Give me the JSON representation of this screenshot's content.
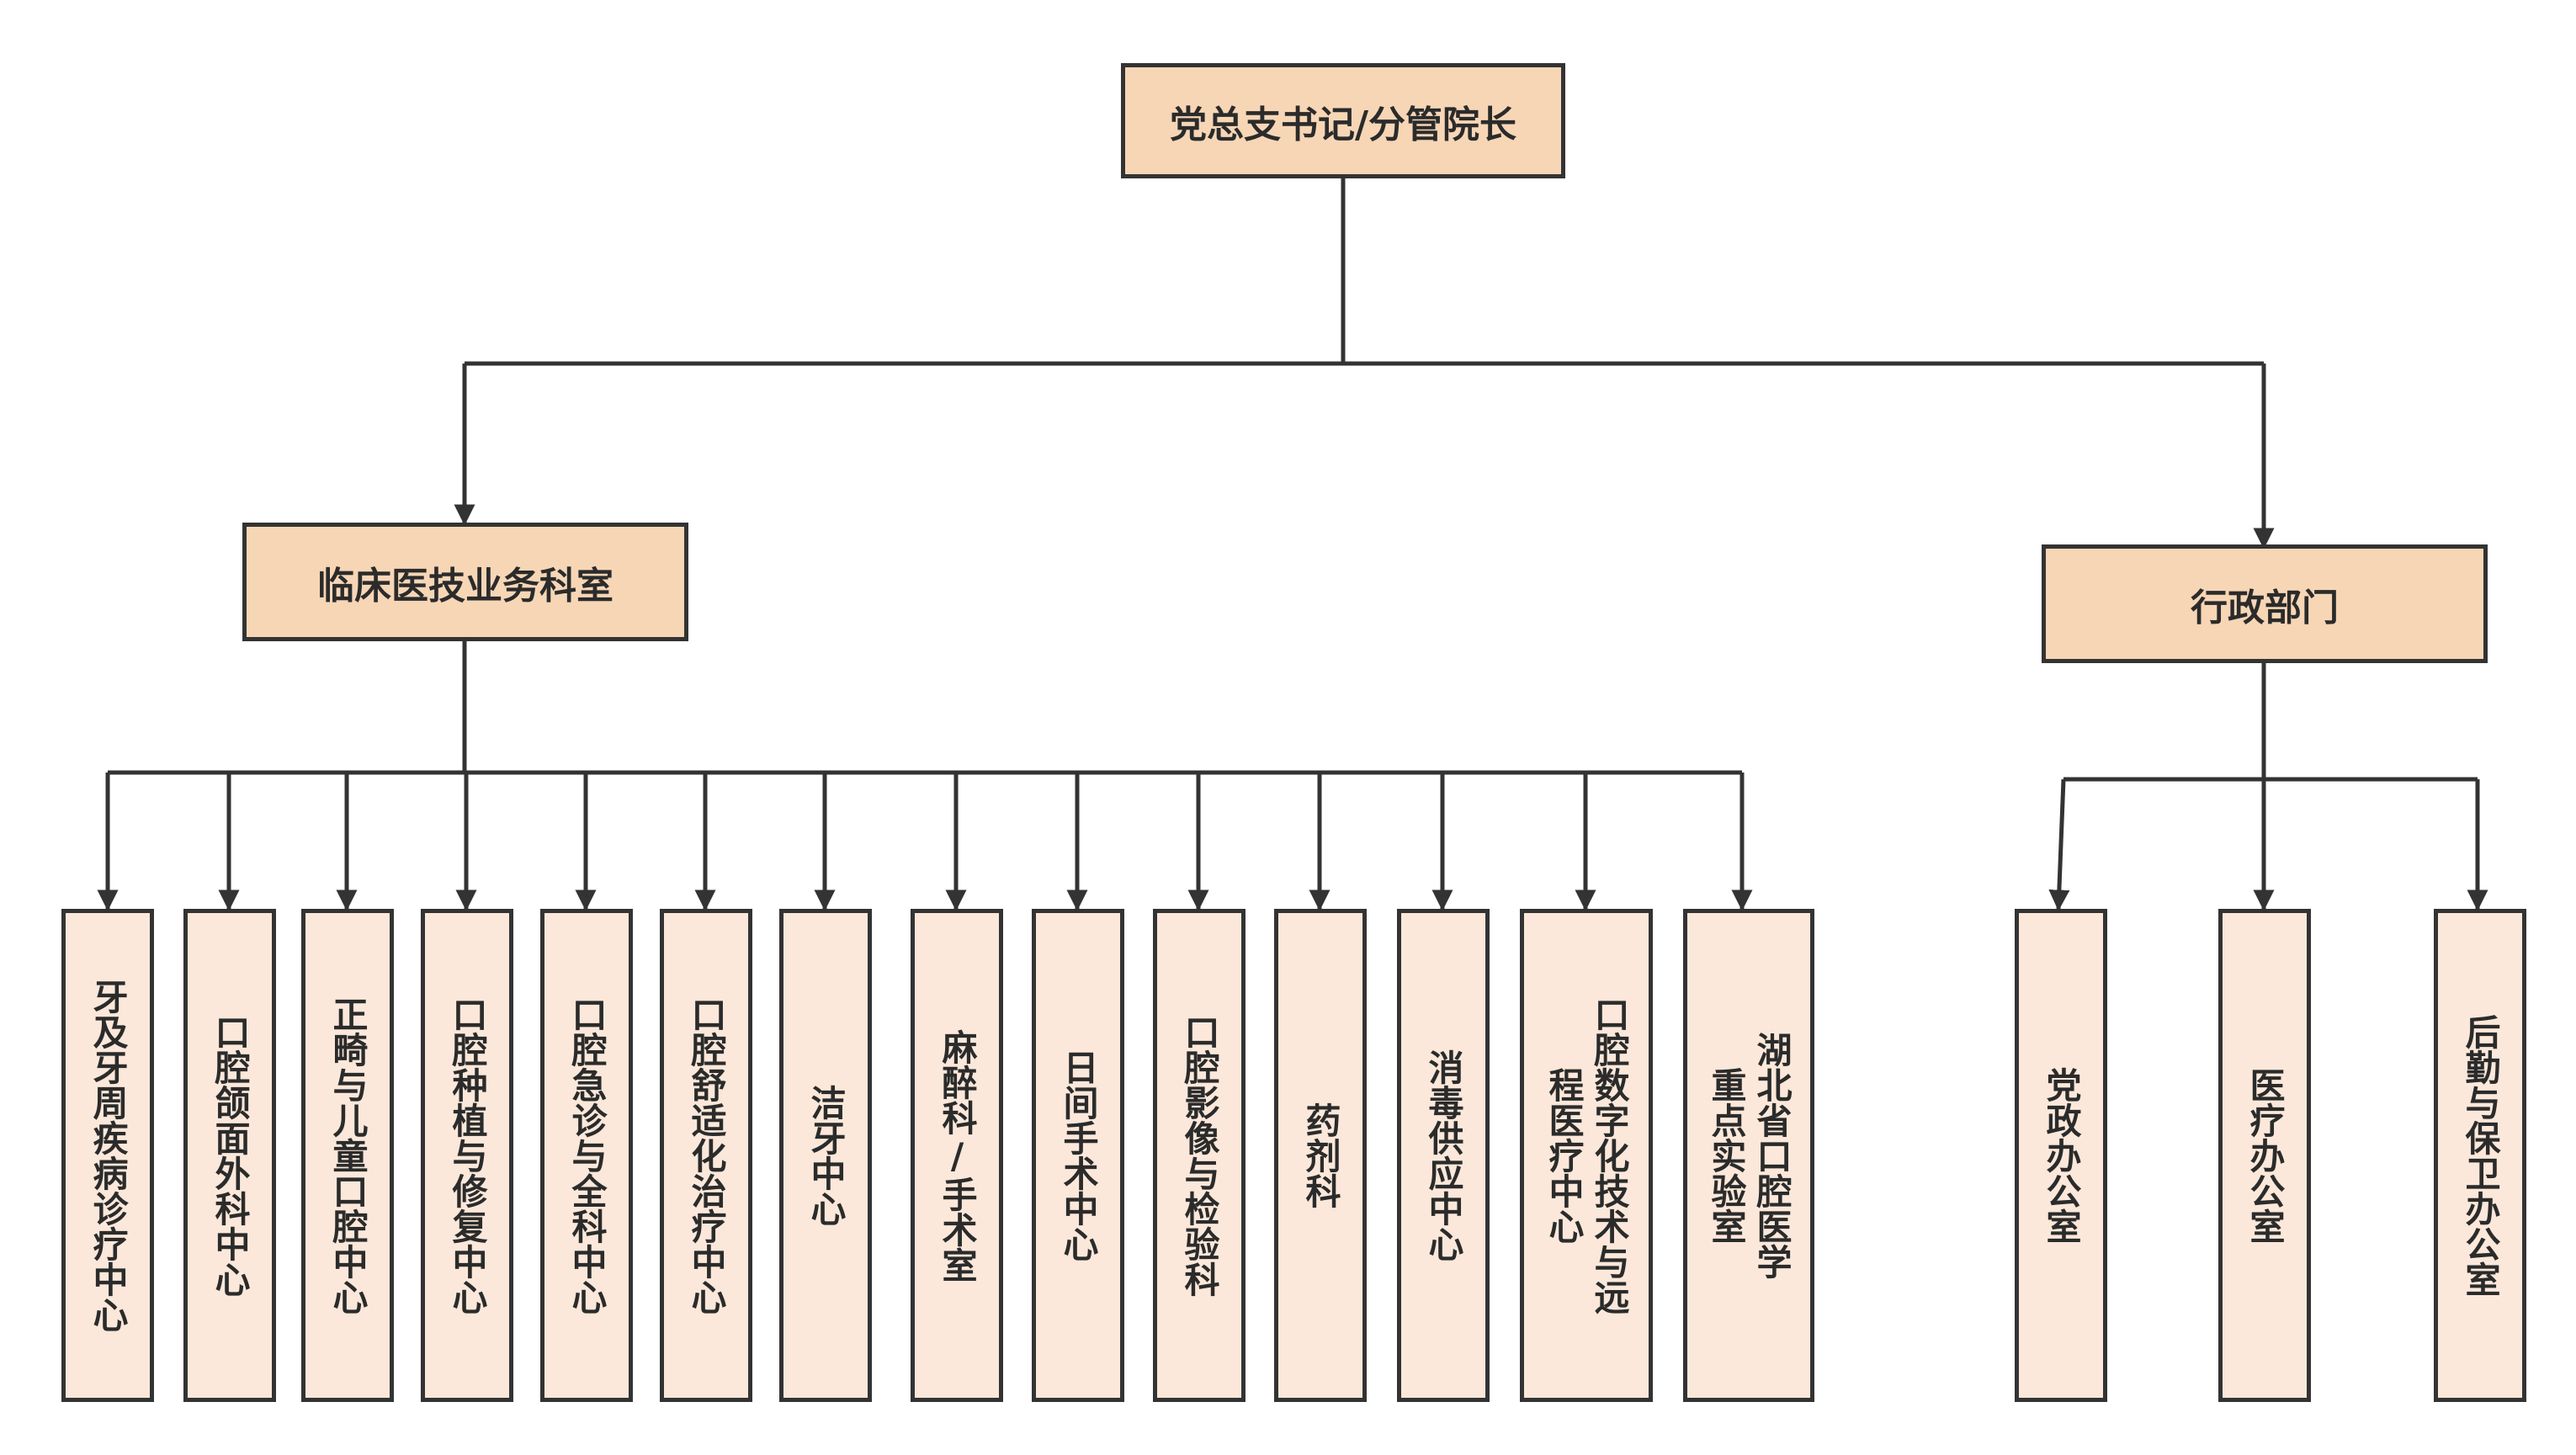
{
  "root": {
    "label": "党总支书记/分管院长"
  },
  "clinical": {
    "label": "临床医技业务科室",
    "departments": [
      "牙及牙周疾病诊疗中心",
      "口腔颌面外科中心",
      "正畸与儿童口腔中心",
      "口腔种植与修复中心",
      "口腔急诊与全科中心",
      "口腔舒适化治疗中心",
      "洁牙中心",
      "麻醉科/手术室",
      "日间手术中心",
      "口腔影像与检验科",
      "药剂科",
      "消毒供应中心",
      "口腔数字化技术与远程医疗中心",
      "湖北省口腔医学重点实验室"
    ]
  },
  "admin": {
    "label": "行政部门",
    "departments": [
      "党政办公室",
      "医疗办公室",
      "后勤与保卫办公室"
    ]
  },
  "colors": {
    "header_fill": "#f7d6b6",
    "leaf_fill": "#fbe8da",
    "line": "#333333"
  }
}
